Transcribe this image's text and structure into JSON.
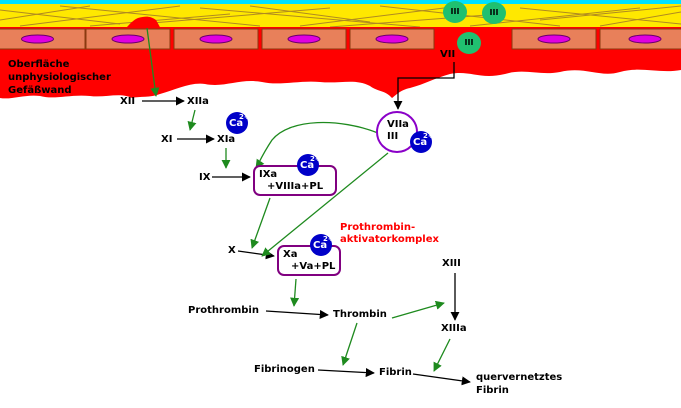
{
  "wall_label": [
    "Oberfläche",
    "unphysiologischer",
    "Gefäßwand"
  ],
  "platelet_label": "III",
  "calcium": {
    "symbol": "Ca",
    "charge": "2+"
  },
  "factors": {
    "vii": "VII",
    "xii": "XII",
    "xiia": "XIIa",
    "xi": "XI",
    "xia": "XIa",
    "ix": "IX",
    "x": "X",
    "xiii": "XIII",
    "xiiia": "XIIIa",
    "prothrombin": "Prothrombin",
    "thrombin": "Thrombin",
    "fibrinogen": "Fibrinogen",
    "fibrin": "Fibrin",
    "crosslinked_fibrin": [
      "quervernetztes",
      "Fibrin"
    ]
  },
  "complexes": {
    "viia": {
      "line1": "VIIa",
      "line2": "III"
    },
    "ixa": {
      "line1": "IXa",
      "line2": "+VIIIa+PL"
    },
    "xa": {
      "line1": "Xa",
      "line2": "+Va+PL"
    }
  },
  "prothrombinase_label": [
    "Prothrombin-",
    "aktivatorkomplex"
  ],
  "colors": {
    "vessel": "#ff0000",
    "cell_fill": "#e8805a",
    "nucleus": "#e000e0",
    "adventitia": "#ffe800",
    "fibers": "#b08a20",
    "top_band": "#00e0ff",
    "arrow_black": "#000000",
    "arrow_green": "#1e8a1e",
    "complex_border": "#800080",
    "calcium": "#0000c8",
    "platelet": "#20c070",
    "red_text": "#ff0000"
  }
}
